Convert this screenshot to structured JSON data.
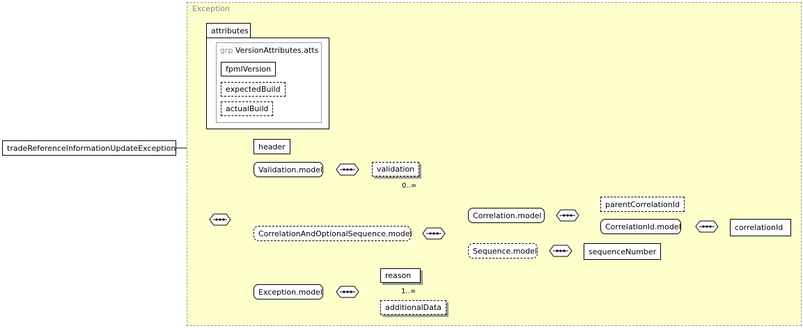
{
  "root": {
    "label": "tradeReferenceInformationUpdateException"
  },
  "complex_type": {
    "label": "Exception"
  },
  "attributes": {
    "tab_label": "attributes",
    "group": {
      "prefix": "grp",
      "name": "VersionAttributes.atts"
    },
    "items": [
      "fpmlVersion",
      "expectedBuild",
      "actualBuild"
    ]
  },
  "sequence": {
    "header": "header",
    "validation_model": "Validation.model",
    "validation": "validation",
    "validation_occurs": "0..∞",
    "cas_model": "CorrelationAndOptionalSequence.model",
    "correlation_model": "Correlation.model",
    "parent_correlation_id": "parentCorrelationId",
    "correlation_id_model": "CorrelationId.model",
    "correlation_id": "correlationId",
    "sequence_model": "Sequence.model",
    "sequence_number": "sequenceNumber",
    "exception_model": "Exception.model",
    "reason": "reason",
    "reason_occurs": "1..∞",
    "additional_data": "additionalData"
  },
  "colors": {
    "background": "#ffffcc",
    "border": "#999999"
  }
}
